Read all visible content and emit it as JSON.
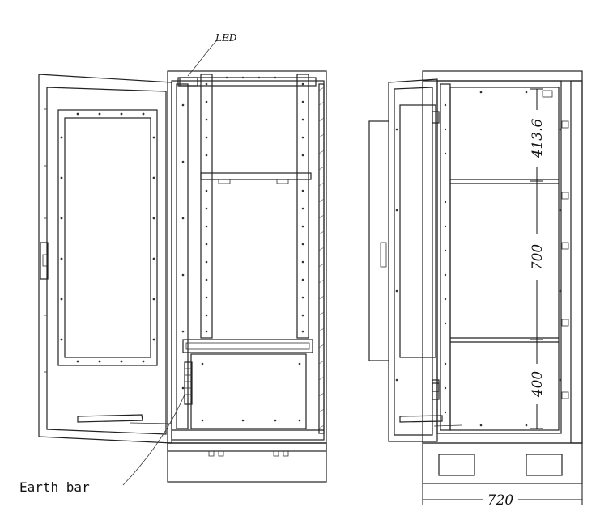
{
  "labels": {
    "led": "LED",
    "earth_bar": "Earth bar"
  },
  "dimensions": {
    "top_compartment": "413.6",
    "middle_compartment": "700",
    "bottom_compartment": "400",
    "width": "720"
  }
}
